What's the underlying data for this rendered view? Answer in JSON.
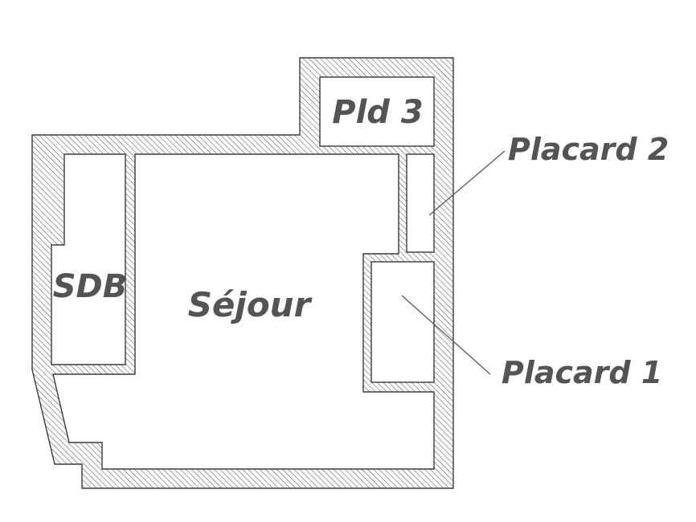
{
  "plan": {
    "rooms": {
      "sejour": "Séjour",
      "sdb": "SDB",
      "pld3": "Pld 3"
    },
    "callouts": {
      "placard2": "Placard 2",
      "placard1": "Placard 1"
    },
    "colors": {
      "wall_stroke": "#3a3a3a",
      "hatch": "#555555",
      "label": "#545454",
      "background": "#ffffff"
    }
  }
}
